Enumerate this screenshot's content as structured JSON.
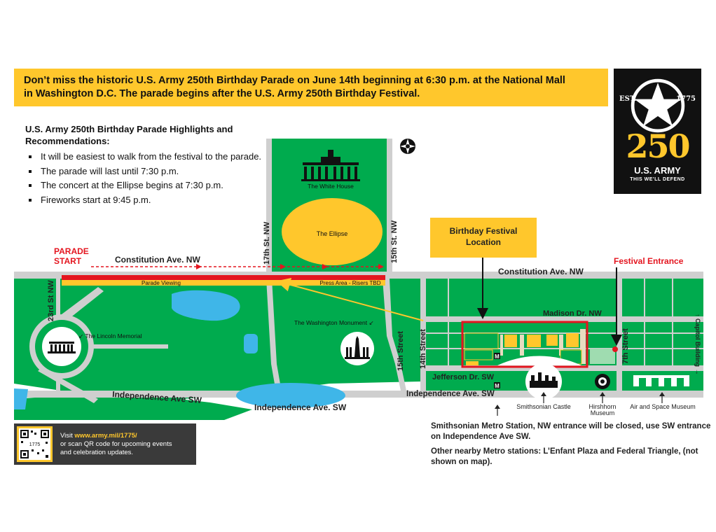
{
  "banner": {
    "line1": "Don’t miss the historic U.S. Army 250th Birthday Parade on June 14th beginning at 6:30 p.m. at the National Mall",
    "line2": "in Washington D.C. The parade begins after the U.S. Army 250th Birthday Festival."
  },
  "logo": {
    "est": "EST.",
    "year": "1775",
    "number": "250",
    "army": "U.S. ARMY",
    "tagline": "THIS WE'LL DEFEND"
  },
  "highlights": {
    "title": "U.S. Army 250th Birthday Parade Highlights and Recommendations:",
    "items": [
      "It will be easiest to walk from the festival to the parade.",
      "The parade will last until 7:30 p.m.",
      "The concert at the Ellipse begins at 7:30 p.m.",
      "Fireworks start at 9:45 p.m."
    ]
  },
  "map": {
    "parade_start": [
      "PARADE",
      "START"
    ],
    "constitution_west": "Constitution Ave. NW",
    "constitution_east": "Constitution Ave. NW",
    "street_23rd": "23rd St NW",
    "street_17th": "17th St. NW",
    "street_15th_nw": "15th St. NW",
    "street_15th": "15th Street",
    "street_14th": "14th Street",
    "street_7th": "7th Street",
    "parade_viewing": "Parade Viewing",
    "press_area": "Press Area - Risers TBD",
    "white_house": "The White House",
    "ellipse": "The Ellipse",
    "lincoln": "↙ The Lincoln Memorial",
    "washington_monument": "The Washington Monument ↙",
    "festival_location": [
      "Birthday Festival",
      "Location"
    ],
    "festival_entrance": "Festival Entrance",
    "madison": "Madison Dr. NW",
    "jefferson": "Jefferson Dr. SW",
    "independence_west": "Independence Ave SW",
    "independence_mid": "Independence Ave. SW",
    "independence_east": "Independence Ave. SW",
    "capitol": "↑ Capitol Building →",
    "smithsonian_castle": "Smithsonian Castle",
    "hirshhorn": [
      "Hirshhorn",
      "Museum"
    ],
    "air_space": "Air and Space Museum",
    "metro_marker": "M"
  },
  "qr": {
    "visit": "Visit ",
    "url": "www.army.mil/1775/",
    "line2": "or scan QR code for upcoming events",
    "line3": "and celebration updates.",
    "qr_label": "1775"
  },
  "info": {
    "p1": "Smithsonian Metro Station, NW entrance will be closed, use SW entrance on Independence Ave SW.",
    "p2": "Other nearby Metro stations: L’Enfant Plaza and Federal Triangle, (not shown on map)."
  },
  "colors": {
    "green": "#00AB4E",
    "yellow": "#FFC72C",
    "red": "#E4151F",
    "road": "#cfcfcf",
    "water": "#3FB6E8",
    "dark": "#111111"
  }
}
